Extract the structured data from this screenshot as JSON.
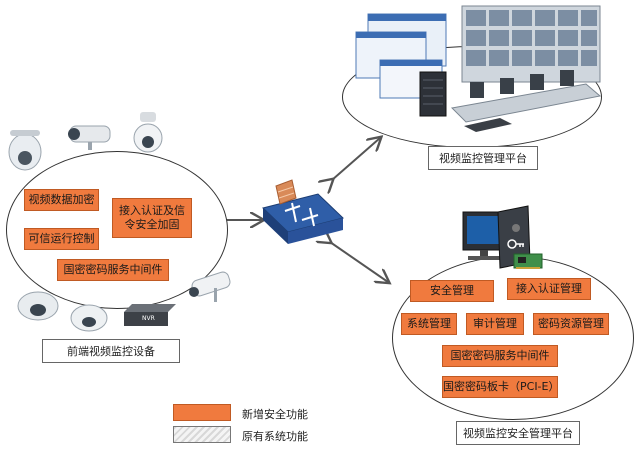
{
  "front_end": {
    "items": {
      "video_encryption": "视频数据加密",
      "trusted_control": "可信运行控制",
      "access_auth": "接入认证及信令安全加固",
      "crypto_middleware": "国密密码服务中间件"
    },
    "nvr_label": "NVR",
    "caption": "前端视频监控设备"
  },
  "monitor_platform": {
    "caption": "视频监控管理平台"
  },
  "security_platform": {
    "items": {
      "security_mgmt": "安全管理",
      "access_auth_mgmt": "接入认证管理",
      "system_mgmt": "系统管理",
      "audit_mgmt": "审计管理",
      "key_resource_mgmt": "密码资源管理",
      "crypto_middleware": "国密密码服务中间件",
      "crypto_card": "国密密码板卡（PCI-E）"
    },
    "caption": "视频监控安全管理平台"
  },
  "legend": {
    "new_feature": "新增安全功能",
    "existing_feature": "原有系统功能"
  },
  "colors": {
    "new_feature": "#f07a3e",
    "existing_feature_hatch": "#d8d8d8"
  }
}
